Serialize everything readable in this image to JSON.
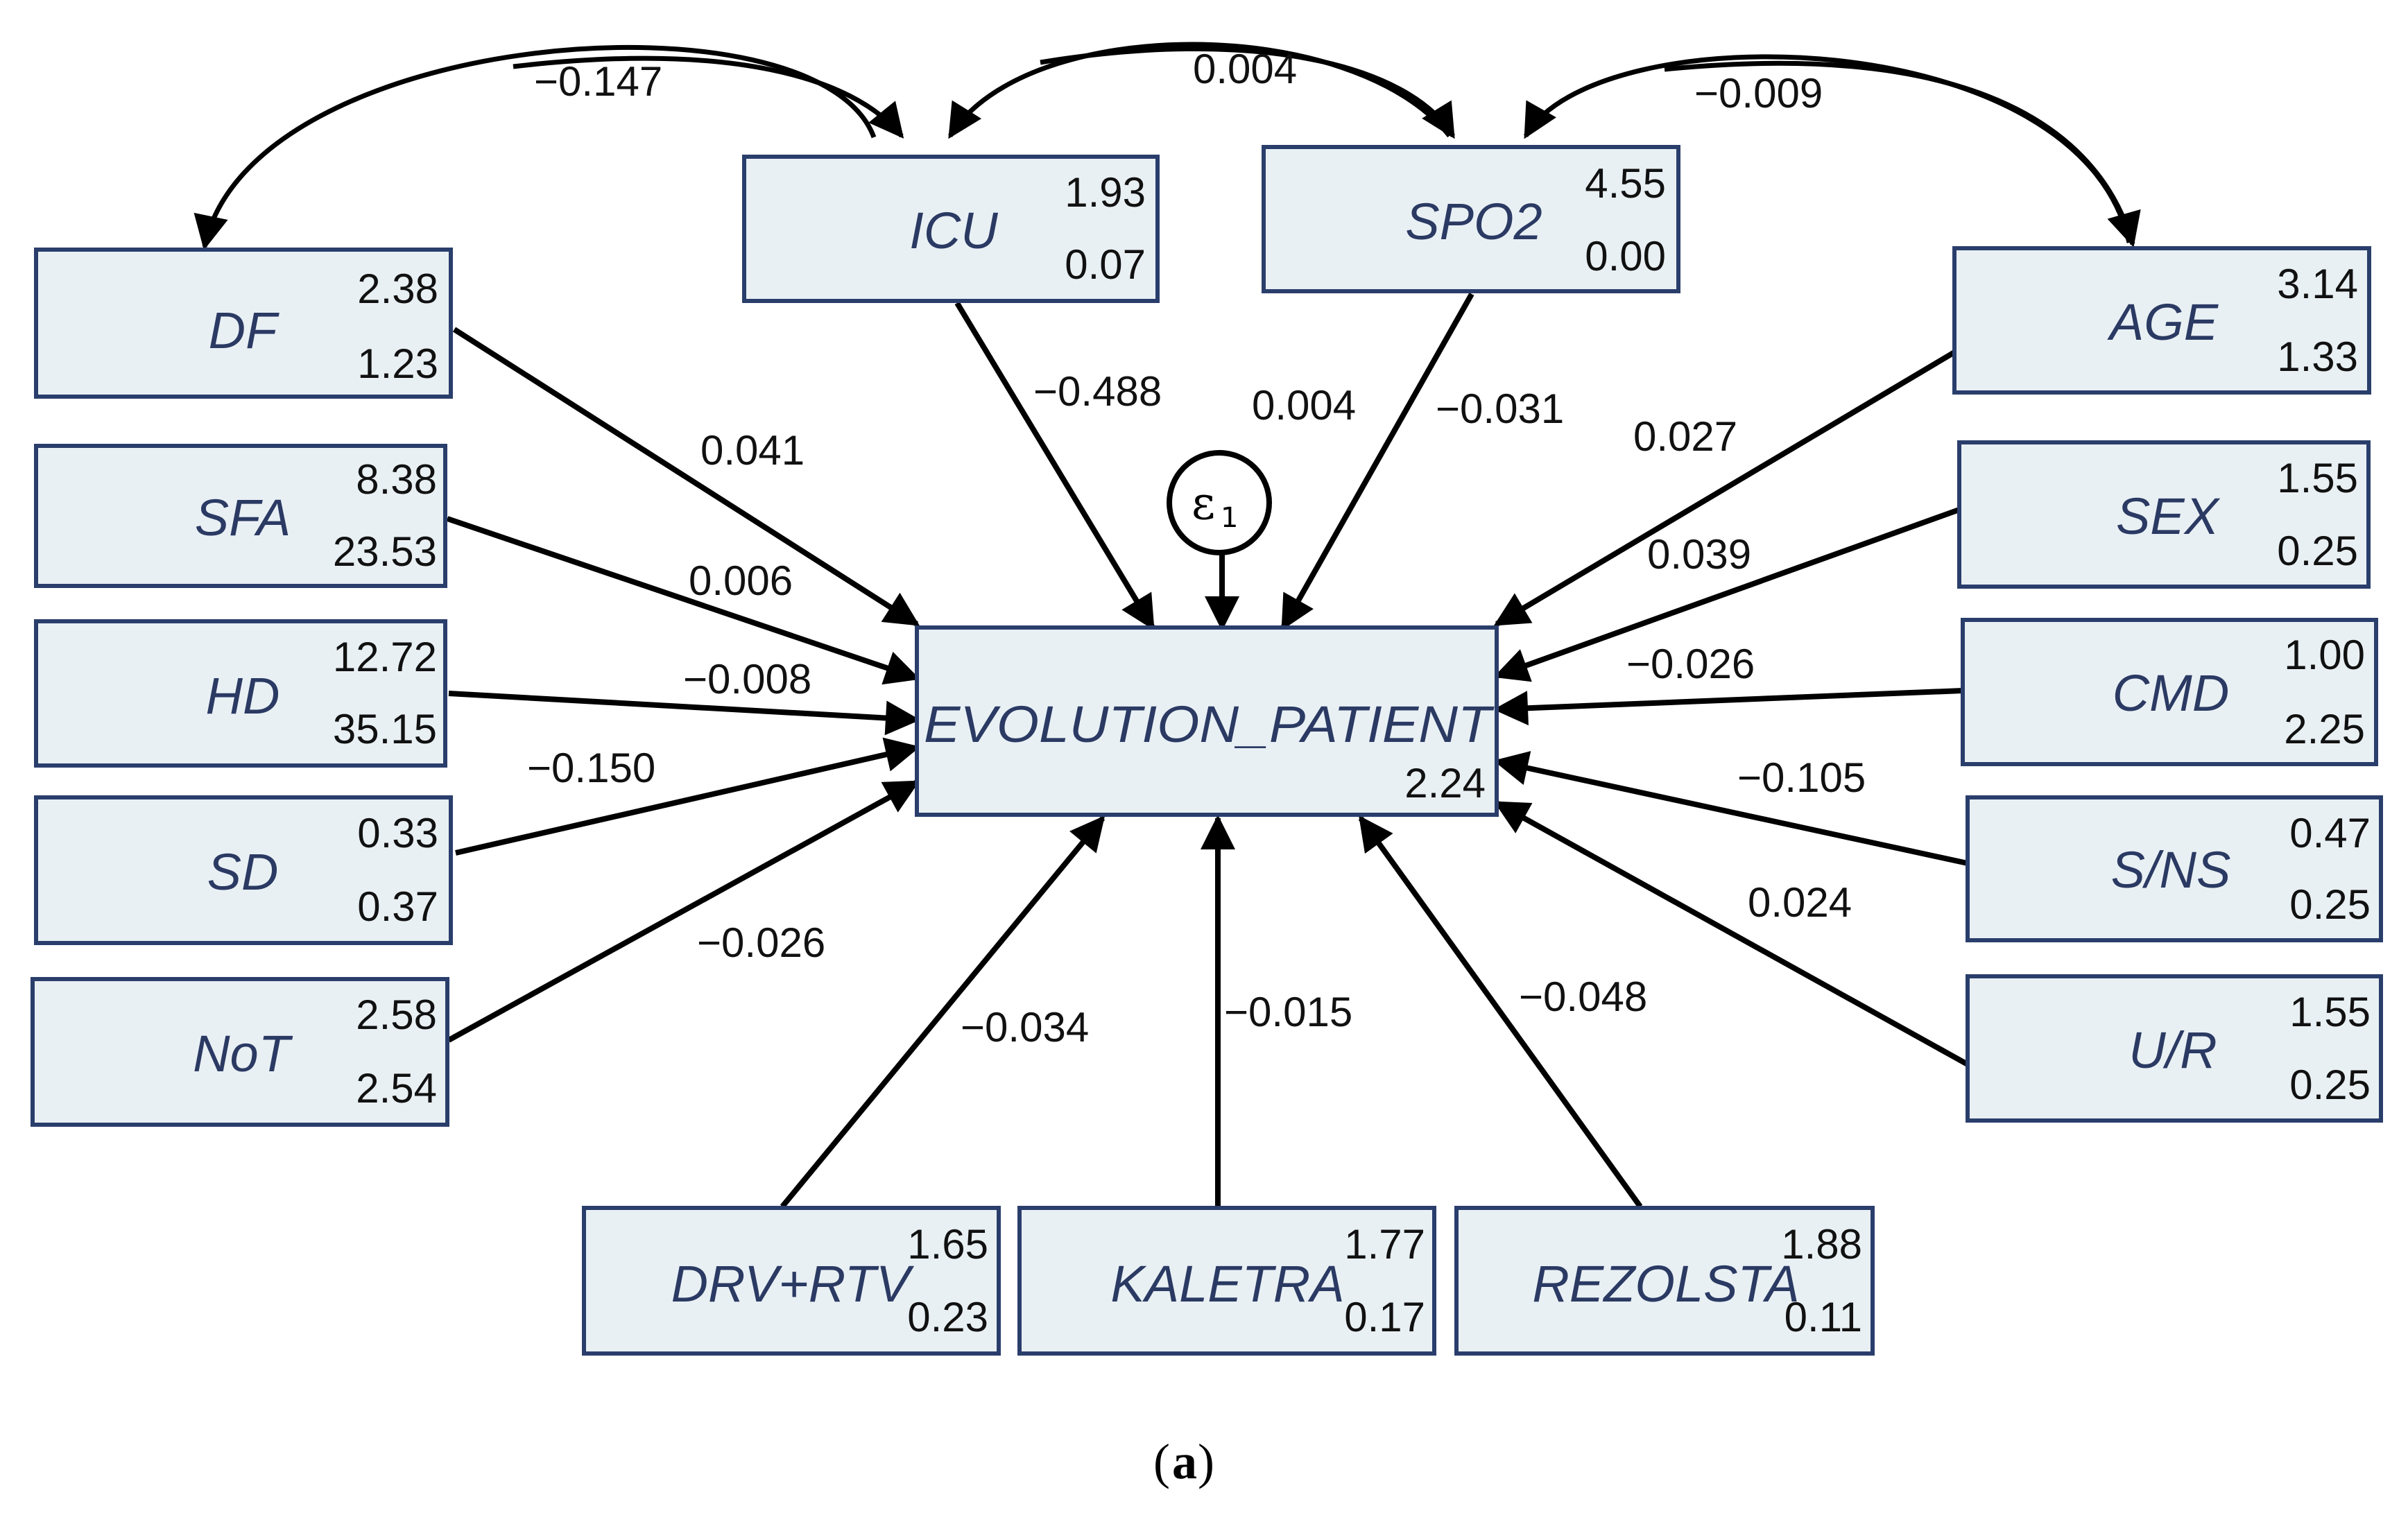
{
  "error_term": {
    "symbol": "ε",
    "subscript": "1"
  },
  "outcome": {
    "label": "EVOLUTION_PATIENT",
    "variance": "2.24"
  },
  "caption": {
    "open": "(",
    "letter": "a",
    "close": ")"
  },
  "variables": {
    "df": {
      "label": "DF",
      "mean": "2.38",
      "var": "1.23",
      "coef": "0.041"
    },
    "sfa": {
      "label": "SFA",
      "mean": "8.38",
      "var": "23.53",
      "coef": "0.006"
    },
    "hd": {
      "label": "HD",
      "mean": "12.72",
      "var": "35.15",
      "coef": "−0.008"
    },
    "sd": {
      "label": "SD",
      "mean": "0.33",
      "var": "0.37",
      "coef": "−0.150"
    },
    "not": {
      "label": "NoT",
      "mean": "2.58",
      "var": "2.54",
      "coef": "−0.026"
    },
    "icu": {
      "label": "ICU",
      "mean": "1.93",
      "var": "0.07",
      "coef": "−0.488"
    },
    "spo2": {
      "label": "SPO2",
      "mean": "4.55",
      "var": "0.00",
      "coef": "−0.031"
    },
    "age": {
      "label": "AGE",
      "mean": "3.14",
      "var": "1.33",
      "coef": "0.027"
    },
    "sex": {
      "label": "SEX",
      "mean": "1.55",
      "var": "0.25",
      "coef": "0.039"
    },
    "cmd": {
      "label": "CMD",
      "mean": "1.00",
      "var": "2.25",
      "coef": "−0.026"
    },
    "sns": {
      "label": "S/NS",
      "mean": "0.47",
      "var": "0.25",
      "coef": "−0.105"
    },
    "ur": {
      "label": "U/R",
      "mean": "1.55",
      "var": "0.25",
      "coef": "0.024"
    },
    "drv": {
      "label": "DRV+RTV",
      "mean": "1.65",
      "var": "0.23",
      "coef": "−0.034"
    },
    "kaletra": {
      "label": "KALETRA",
      "mean": "1.77",
      "var": "0.17",
      "coef": "−0.015"
    },
    "rezolsta": {
      "label": "REZOLSTA",
      "mean": "1.88",
      "var": "0.11",
      "coef": "−0.048"
    }
  },
  "error_coef": "0.004",
  "covariances": {
    "df_icu": "−0.147",
    "icu_spo2": "0.004",
    "spo2_age": "−0.009"
  }
}
